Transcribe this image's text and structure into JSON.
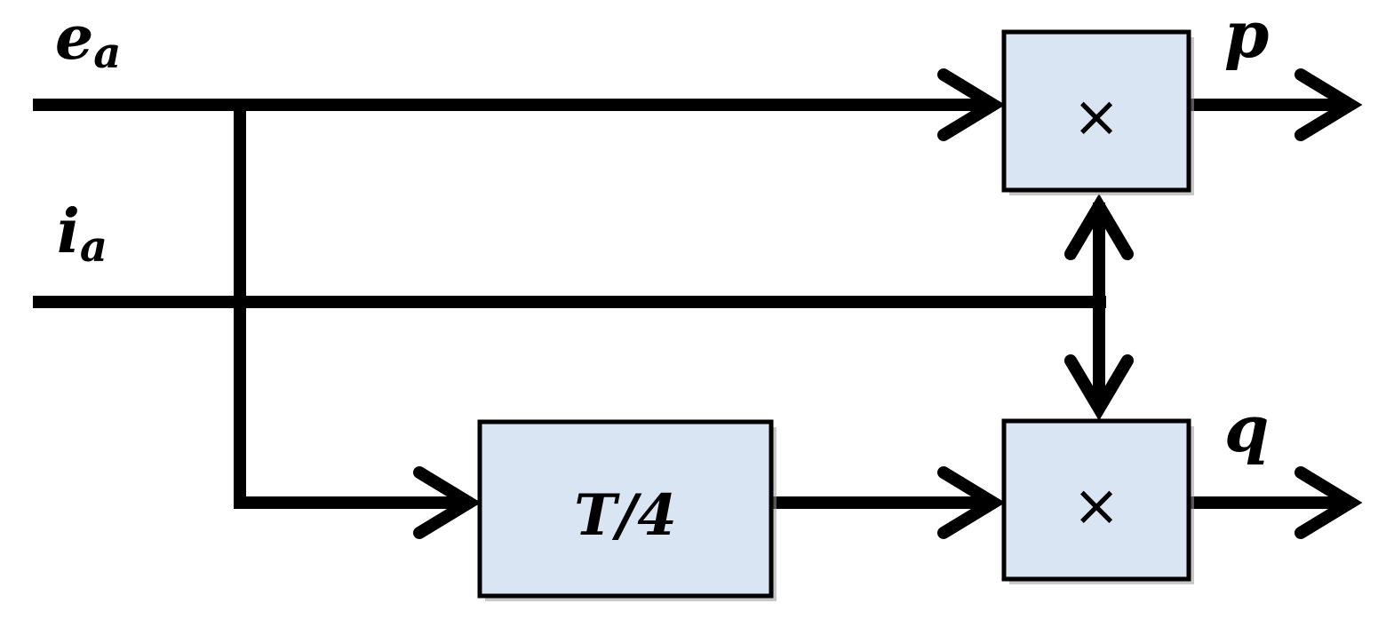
{
  "signals": {
    "ea_symbol": "e",
    "ea_subscript": "a",
    "ia_symbol": "i",
    "ia_subscript": "a",
    "p": "p",
    "q": "q"
  },
  "blocks": {
    "multiplier_top": "×",
    "multiplier_bottom": "×",
    "delay": "T/4"
  },
  "colors": {
    "block_fill": "#d9e5f3",
    "line": "#000000"
  }
}
